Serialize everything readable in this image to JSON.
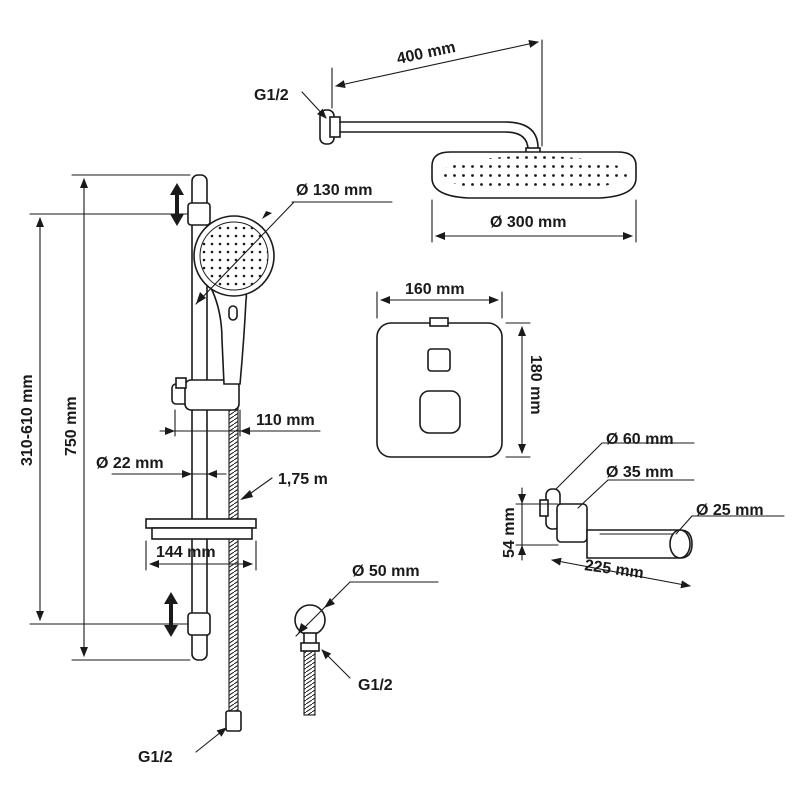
{
  "labels": {
    "arm_length": "400 mm",
    "arm_thread": "G1/2",
    "head_diameter": "Ø 300 mm",
    "hand_diameter": "Ø 130 mm",
    "mixer_width": "160 mm",
    "mixer_height": "180 mm",
    "holder_offset": "110 mm",
    "rail_diameter": "Ø 22 mm",
    "hose_length": "1,75 m",
    "shelf_width": "144 mm",
    "rail_length": "750 mm",
    "bracket_range": "310-610 mm",
    "elbow_diameter": "Ø 50 mm",
    "elbow_thread": "G1/2",
    "hose_thread": "G1/2",
    "spout_flange": "Ø 60 mm",
    "spout_body": "Ø 35 mm",
    "spout_tip": "Ø 25 mm",
    "spout_height": "54 mm",
    "spout_length": "225 mm"
  }
}
